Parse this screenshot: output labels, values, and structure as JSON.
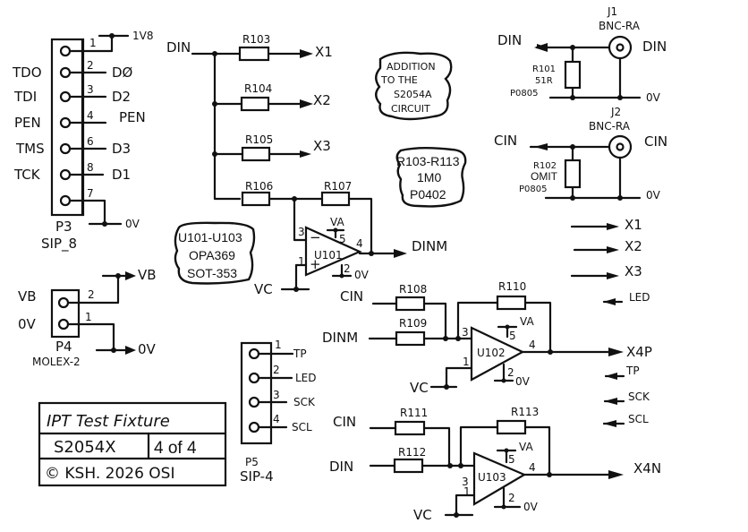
{
  "title_block": {
    "project": "IPT Test Fixture",
    "part": "S2054X",
    "sheet": "4 of 4",
    "copyright": "© KSH. 2026 OSI"
  },
  "notes": {
    "addition": [
      "ADDITION",
      "TO THE",
      "S2054A",
      "CIRCUIT"
    ],
    "resistors": [
      "R103-R113",
      "1M0",
      "P0402"
    ],
    "opamps": [
      "U101-U103",
      "OPA369",
      "SOT-353"
    ]
  },
  "p3": {
    "ref": "P3",
    "type": "SIP_8",
    "left_labels": [
      "TDO",
      "TDI",
      "PEN",
      "TMS",
      "TCK"
    ],
    "pins": [
      {
        "num": "1",
        "net": "1V8"
      },
      {
        "num": "2",
        "net": "DØ"
      },
      {
        "num": "3",
        "net": "D2"
      },
      {
        "num": "4",
        "net": "PEN"
      },
      {
        "num": "6",
        "net": "D3"
      },
      {
        "num": "8",
        "net": "D1"
      },
      {
        "num": "7",
        "net": "0V"
      }
    ]
  },
  "p4": {
    "ref": "P4",
    "type": "MOLEX-2",
    "left_labels": [
      "VB",
      "0V"
    ],
    "pins": [
      {
        "num": "2",
        "net": "VB"
      },
      {
        "num": "1",
        "net": "0V"
      }
    ]
  },
  "p5": {
    "ref": "P5",
    "type": "SIP-4",
    "pins": [
      {
        "num": "1",
        "net": "TP"
      },
      {
        "num": "2",
        "net": "LED"
      },
      {
        "num": "3",
        "net": "SCK"
      },
      {
        "num": "4",
        "net": "SCL"
      }
    ]
  },
  "divider": {
    "input": "DIN",
    "resistors": [
      "R103",
      "R104",
      "R105",
      "R106",
      "R107"
    ],
    "outputs": [
      "X1",
      "X2",
      "X3"
    ]
  },
  "u101": {
    "ref": "U101",
    "pins": [
      "3",
      "1",
      "5",
      "4",
      "2"
    ],
    "supply": "VA",
    "gnd": "0V",
    "ref_in": "VC",
    "out": "DINM",
    "minus": "−",
    "plus": "+"
  },
  "u102": {
    "ref": "U102",
    "pins": [
      "3",
      "1",
      "5",
      "4",
      "2"
    ],
    "supply": "VA",
    "gnd": "0V",
    "ref_in": "VC",
    "inputs": [
      "CIN",
      "DINM"
    ],
    "resistors": [
      "R108",
      "R109",
      "R110"
    ],
    "out": "X4P"
  },
  "u103": {
    "ref": "U103",
    "pins": [
      "3",
      "1",
      "5",
      "4",
      "2"
    ],
    "supply": "VA",
    "gnd": "0V",
    "ref_in": "VC",
    "inputs": [
      "CIN",
      "DIN"
    ],
    "resistors": [
      "R111",
      "R112",
      "R113"
    ],
    "out": "X4N"
  },
  "j1": {
    "ref": "J1",
    "type": "BNC-RA",
    "net": "DIN",
    "net_out": "DIN",
    "gnd": "0V",
    "resistor": [
      "R101",
      "51R",
      "P0805"
    ]
  },
  "j2": {
    "ref": "J2",
    "type": "BNC-RA",
    "net": "CIN",
    "net_out": "CIN",
    "gnd": "0V",
    "resistor": [
      "R102",
      "OMIT",
      "P0805"
    ]
  },
  "offsheet": {
    "outputs": [
      "X1",
      "X2",
      "X3"
    ],
    "inputs_top": [
      "LED"
    ],
    "inputs_bottom": [
      "TP",
      "SCK",
      "SCL"
    ]
  }
}
